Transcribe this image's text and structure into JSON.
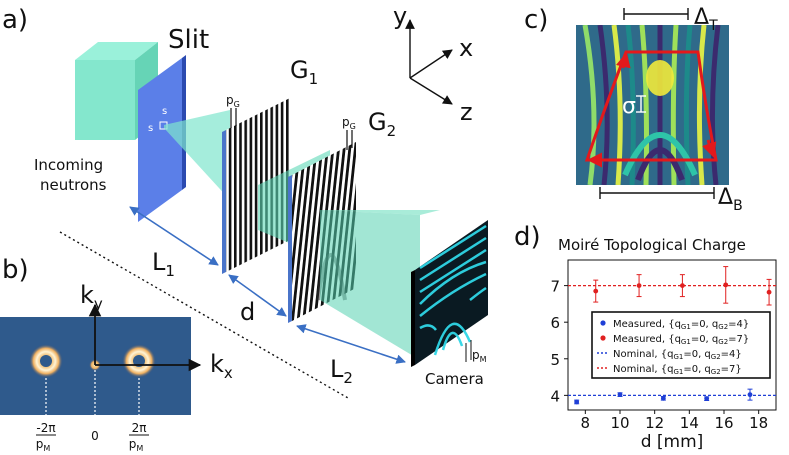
{
  "panels": {
    "a": {
      "letter": "a)",
      "slit_label": "Slit",
      "s_labels": [
        "s",
        "s"
      ],
      "incoming_line1": "Incoming",
      "incoming_line2": "neutrons",
      "g1_main": "G",
      "g1_sub": "1",
      "g1_period_main": "p",
      "g1_period_sub": "G",
      "g2_main": "G",
      "g2_sub": "2",
      "g2_period_main": "p",
      "g2_period_sub": "G",
      "l1_main": "L",
      "l1_sub": "1",
      "d_label": "d",
      "l2_main": "L",
      "l2_sub": "2",
      "pm_main": "p",
      "pm_sub": "M",
      "camera_label": "Camera",
      "axis_y": "y",
      "axis_x": "x",
      "axis_z": "z"
    },
    "b": {
      "letter": "b)",
      "ky_main": "k",
      "ky_sub": "y",
      "kx_main": "k",
      "kx_sub": "x",
      "tick_left_num": "-2π",
      "tick_left_den": "p",
      "tick_zero": "0",
      "tick_right_num": "2π",
      "tick_right_den": "p",
      "tick_den_sub": "M"
    },
    "c": {
      "letter": "c)",
      "delta_t_main": "Δ",
      "delta_t_sub": "T",
      "delta_b_main": "Δ",
      "delta_b_sub": "B",
      "sigma": "σ"
    },
    "d": {
      "letter": "d)",
      "colors": {
        "measured_1": "#1f3fd6",
        "measured_2": "#e02020"
      }
    }
  },
  "chart_data": {
    "type": "scatter",
    "title": "Moiré Topological Charge",
    "xlabel": "d [mm]",
    "ylabel": "",
    "xlim": [
      7,
      19
    ],
    "ylim": [
      3.6,
      7.7
    ],
    "x_ticks": [
      8,
      10,
      12,
      14,
      16,
      18
    ],
    "y_ticks": [
      4,
      5,
      6,
      7
    ],
    "grid": false,
    "legend_position": "center-right",
    "series": [
      {
        "name": "Measured, {q_G1=0, q_G2=4}",
        "legend_main": "Measured, {q",
        "kind": "points",
        "color": "#1f3fd6",
        "x": [
          7.5,
          10,
          12.5,
          15,
          17.5
        ],
        "y": [
          3.82,
          4.02,
          3.92,
          3.91,
          4.02
        ],
        "err": [
          0.05,
          0.05,
          0.05,
          0.05,
          0.15
        ]
      },
      {
        "name": "Measured, {q_G1=0, q_G2=7}",
        "legend_main": "Measured, {q",
        "kind": "points",
        "color": "#e02020",
        "x": [
          8.6,
          11.1,
          13.6,
          16.1,
          18.6
        ],
        "y": [
          6.85,
          7.0,
          7.0,
          7.02,
          6.82
        ],
        "err": [
          0.3,
          0.3,
          0.3,
          0.5,
          0.35
        ]
      },
      {
        "name": "Nominal, {q_G1=0, q_G2=4}",
        "legend_main": "Nominal, {q",
        "kind": "line",
        "color": "#1f3fd6",
        "y": 4
      },
      {
        "name": "Nominal, {q_G1=0, q_G2=7}",
        "legend_main": "Nominal, {q",
        "kind": "line",
        "color": "#e02020",
        "y": 7
      }
    ],
    "legend_parts": {
      "g1": "G1",
      "eq": "=0, q",
      "g2": "G2",
      "q4": "=4}",
      "q7": "=7}"
    }
  }
}
